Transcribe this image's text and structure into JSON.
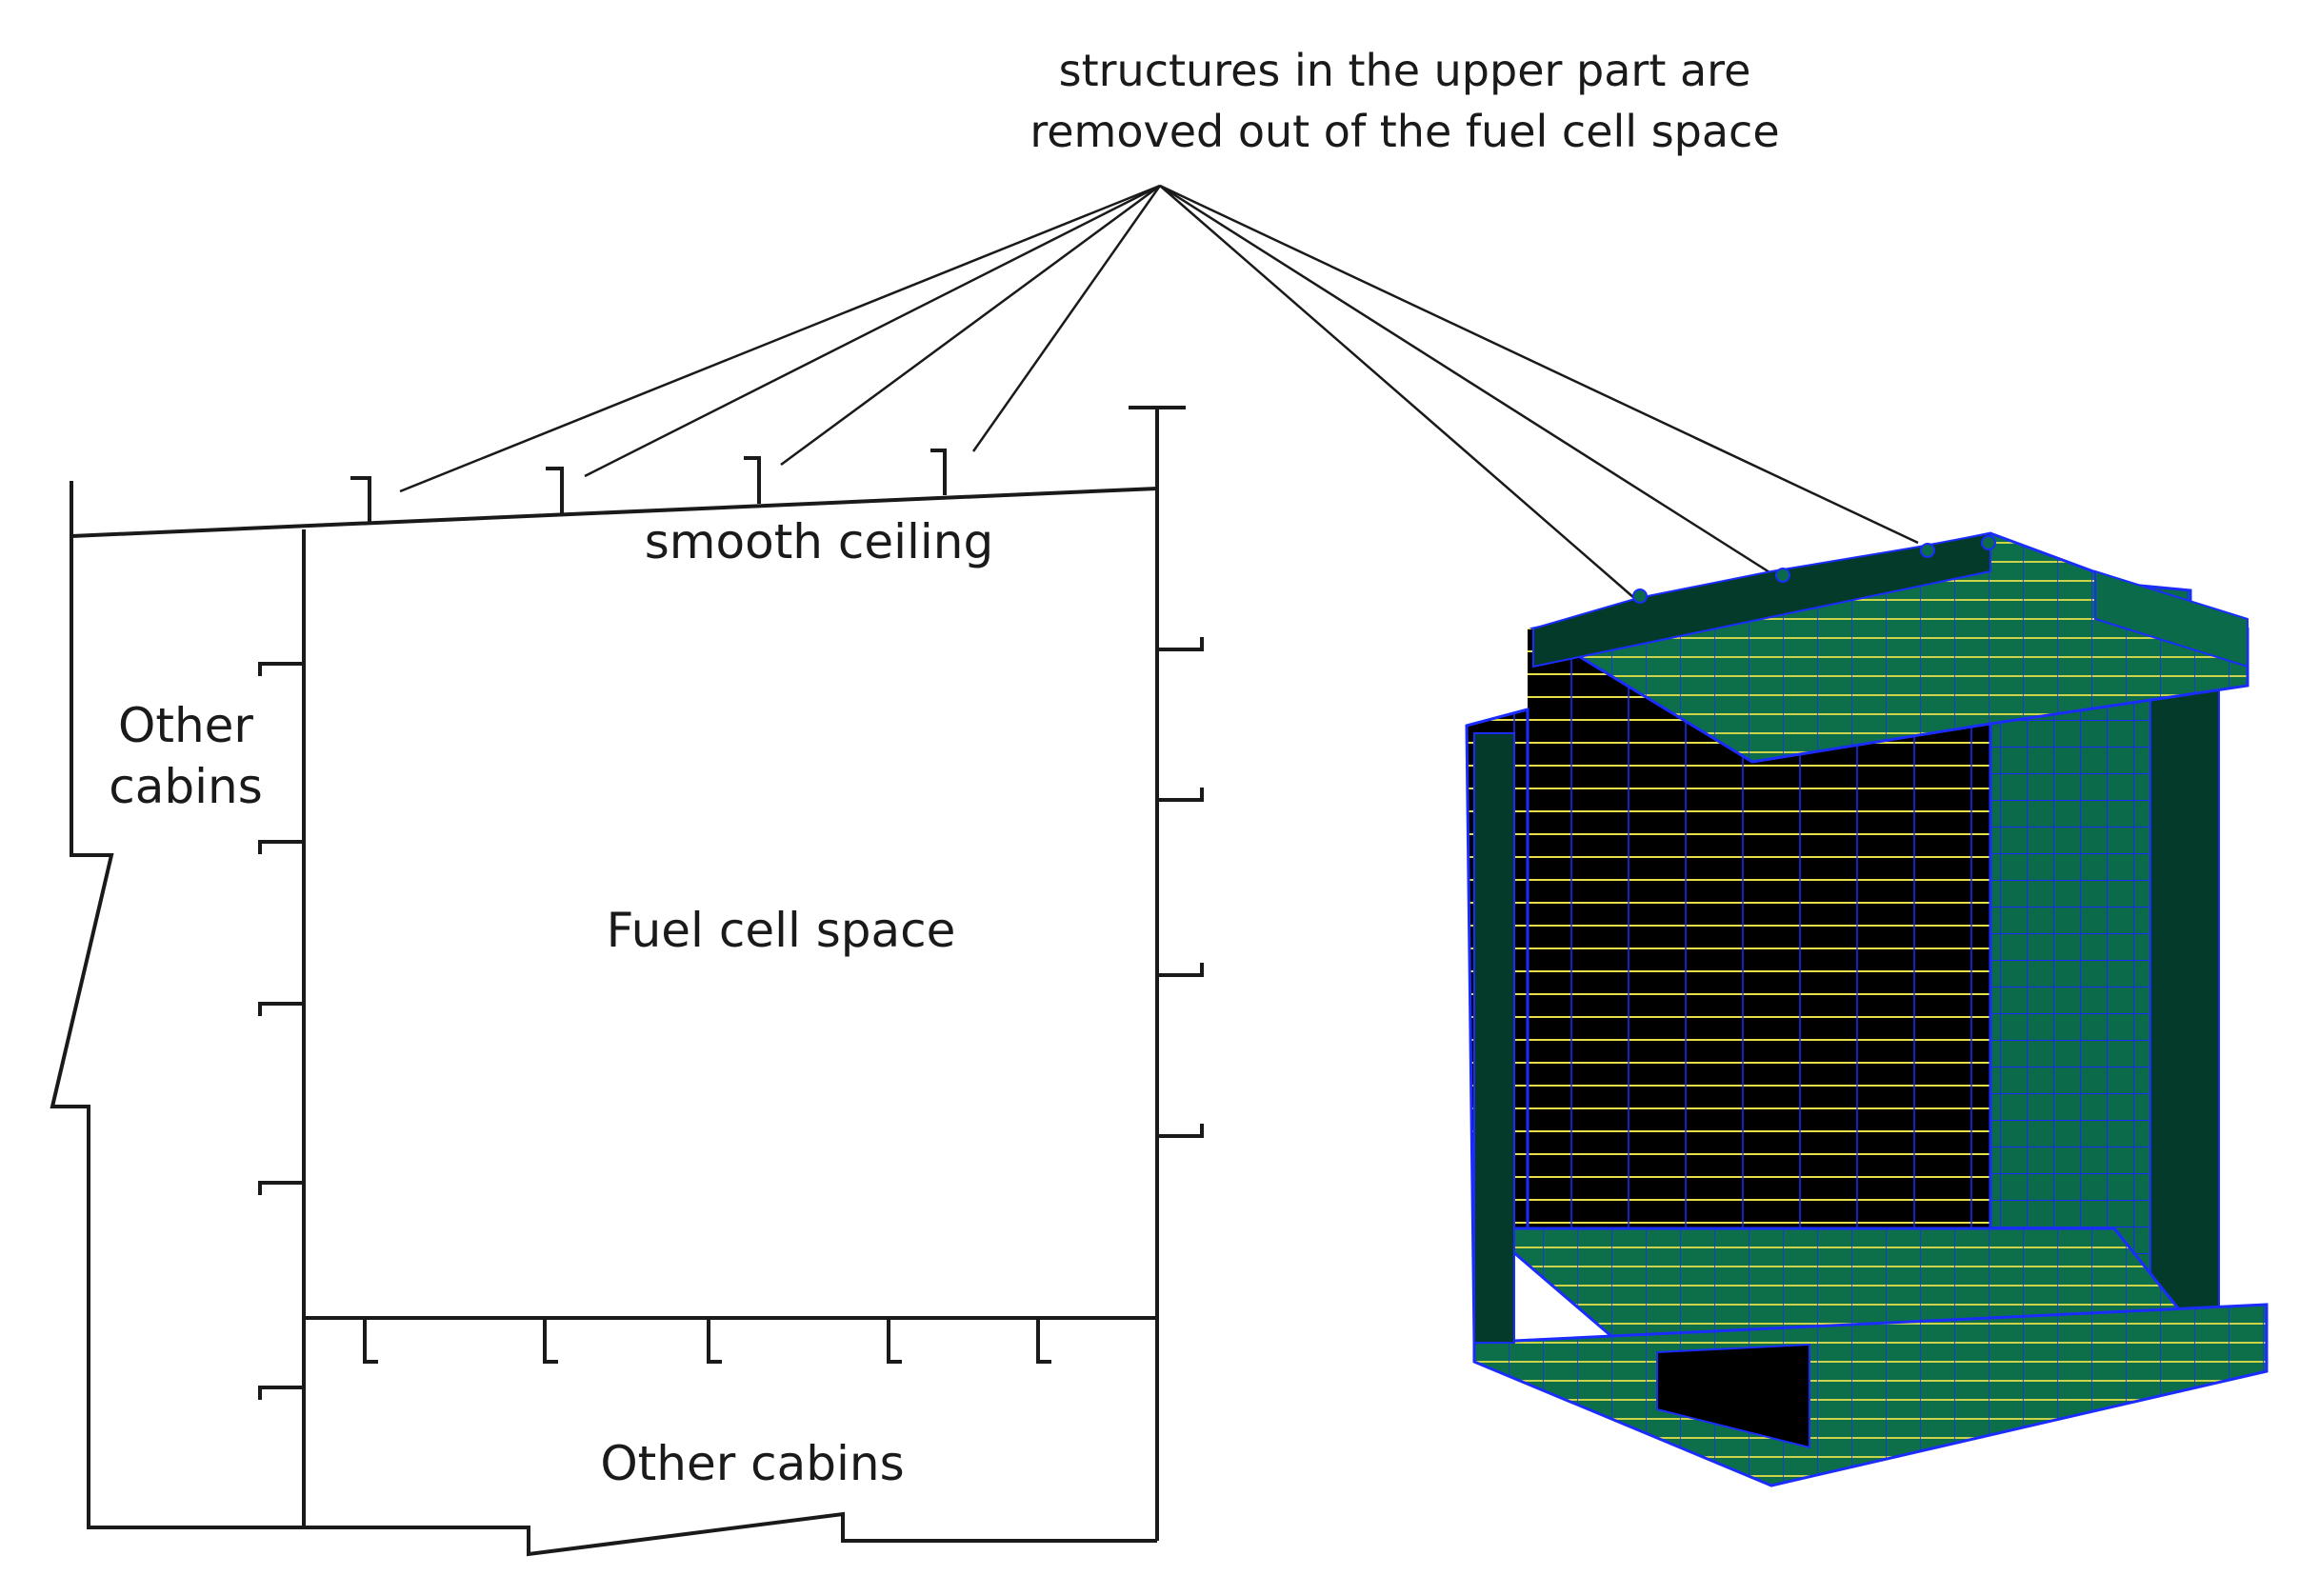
{
  "labels": {
    "top_line1": "structures in the upper part are",
    "top_line2": "removed out of the fuel cell space",
    "smooth_ceiling": "smooth ceiling",
    "other_cabins_left_line1": "Other",
    "other_cabins_left_line2": "cabins",
    "fuel_cell_space": "Fuel cell space",
    "other_cabins_bottom": "Other cabins"
  },
  "colors": {
    "line": "#1a1a1a",
    "mesh_dark": "#000000",
    "mesh_face": "#0a6a4a",
    "mesh_line_blue": "#1b2cff",
    "mesh_line_yellow": "#e8e04a"
  }
}
